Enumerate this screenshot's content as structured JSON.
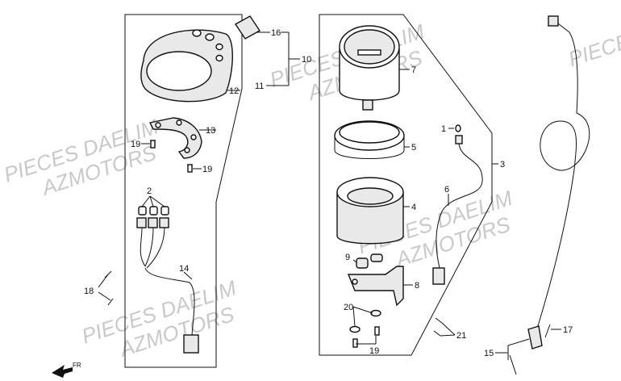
{
  "watermarks": [
    "PIECES DAELIM",
    "AZMOTORS"
  ],
  "callouts": {
    "c1": "1",
    "c2": "2",
    "c3": "3",
    "c4": "4",
    "c5": "5",
    "c6": "6",
    "c7": "7",
    "c8": "8",
    "c9": "9",
    "c10": "10",
    "c11": "11",
    "c12": "12",
    "c13": "13",
    "c14": "14",
    "c15": "15",
    "c16": "16",
    "c17": "17",
    "c18": "18",
    "c19a": "19",
    "c19b": "19",
    "c19c": "19",
    "c20": "20",
    "c21": "21"
  },
  "direction": "FR"
}
